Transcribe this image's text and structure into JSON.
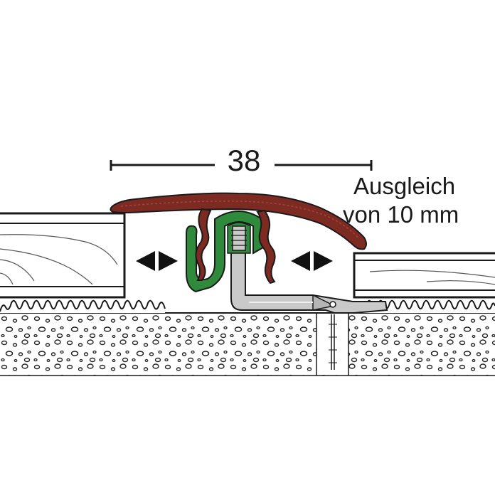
{
  "dimension": {
    "value": "38"
  },
  "annotation": {
    "line1": "Ausgleich",
    "line2": "von 10 mm"
  },
  "icons": [
    "double-arrow-icon",
    "double-arrow-icon"
  ],
  "colors": {
    "profile_cover": "#7d2a22",
    "clip_insert": "#2f8a3c",
    "anchor_metal": "#c9c9c9",
    "floor_panel": "#ffffff",
    "outline": "#1a1a1a"
  }
}
